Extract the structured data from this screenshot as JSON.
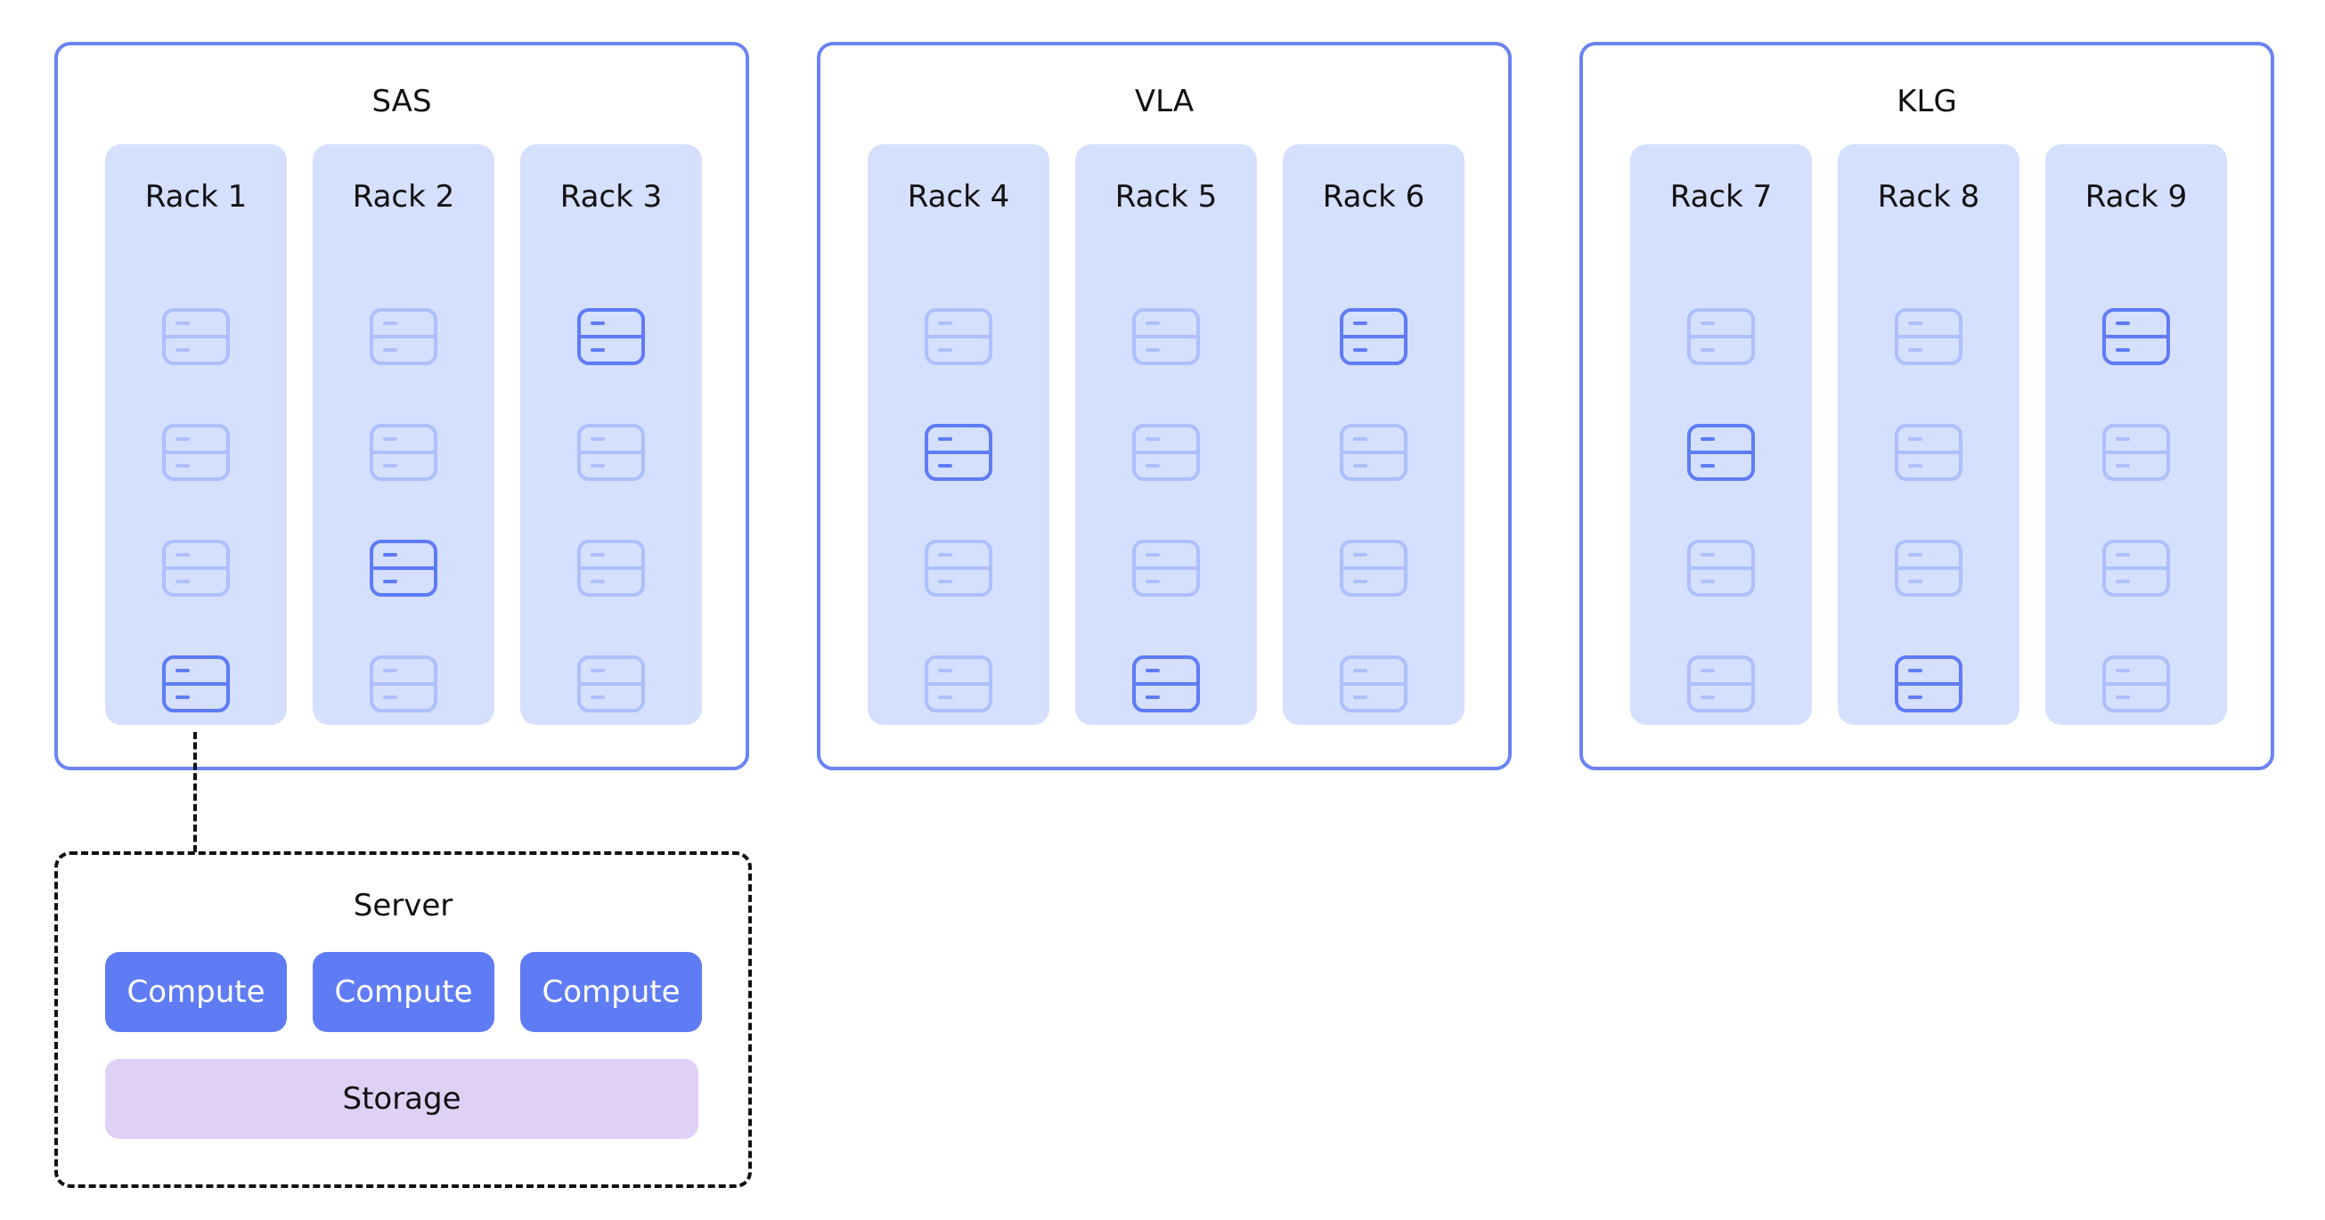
{
  "datacenters": [
    {
      "name": "SAS",
      "racks": [
        {
          "name": "Rack 1",
          "servers": [
            false,
            false,
            false,
            true
          ]
        },
        {
          "name": "Rack 2",
          "servers": [
            false,
            false,
            true,
            false
          ]
        },
        {
          "name": "Rack 3",
          "servers": [
            true,
            false,
            false,
            false
          ]
        }
      ]
    },
    {
      "name": "VLA",
      "racks": [
        {
          "name": "Rack 4",
          "servers": [
            false,
            true,
            false,
            false
          ]
        },
        {
          "name": "Rack 5",
          "servers": [
            false,
            false,
            false,
            true
          ]
        },
        {
          "name": "Rack 6",
          "servers": [
            true,
            false,
            false,
            false
          ]
        }
      ]
    },
    {
      "name": "KLG",
      "racks": [
        {
          "name": "Rack 7",
          "servers": [
            false,
            true,
            false,
            false
          ]
        },
        {
          "name": "Rack 8",
          "servers": [
            false,
            false,
            false,
            true
          ]
        },
        {
          "name": "Rack 9",
          "servers": [
            true,
            false,
            false,
            false
          ]
        }
      ]
    }
  ],
  "server": {
    "title": "Server",
    "compute_units": [
      "Compute",
      "Compute",
      "Compute"
    ],
    "storage_label": "Storage"
  },
  "colors": {
    "datacenter_border": "#6b83f2",
    "rack_fill": "#d5dffe",
    "server_highlighted": "#5f7cf5",
    "server_faded": "#adbffc",
    "compute_fill": "#5f7cf5",
    "storage_fill": "#dfd1f5"
  },
  "icons": {
    "server": "server-icon"
  }
}
